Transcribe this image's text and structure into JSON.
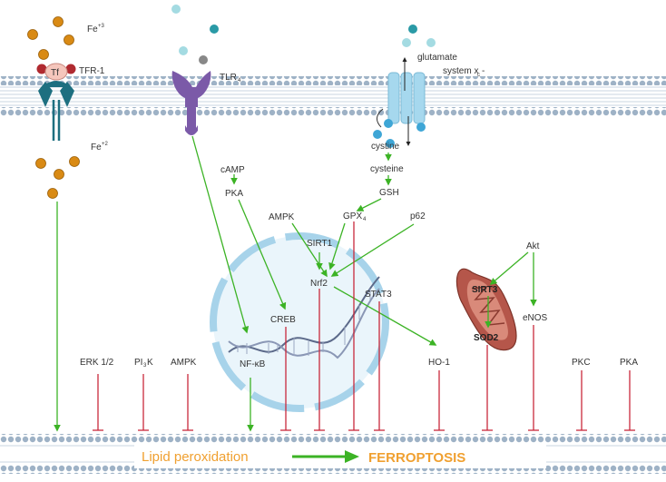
{
  "iron": {
    "fe3": "Fe",
    "fe3_sup": "+3",
    "fe2": "Fe",
    "fe2_sup": "+2",
    "tf": "Tf",
    "tfr": "TFR-1"
  },
  "receptor": {
    "tlr": "TLR",
    "tlr_sub": "4"
  },
  "transport": {
    "glutamate": "glutamate",
    "system": "system x",
    "system_sub": "c",
    "system_suffix": "-",
    "cystine": "cystine",
    "cysteine": "cysteine",
    "gsh": "GSH"
  },
  "signals": {
    "camp": "cAMP",
    "pka_top": "PKA",
    "ampk_top": "AMPK",
    "gpx": "GPX",
    "gpx_sub": "4",
    "p62": "p62",
    "sirt1": "SIRT1",
    "nrf2": "Nrf2",
    "stat3": "STAT3",
    "creb": "CREB",
    "nfkb": "NF-κB",
    "ho1": "HO-1",
    "akt": "Akt",
    "sirt3": "SIRT3",
    "enos": "eNOS",
    "sod2": "SOD2"
  },
  "bottom": {
    "erk": "ERK 1/2",
    "pi3k": "PI",
    "pi3k_sub": "3",
    "pi3k_suffix": "K",
    "ampk": "AMPK",
    "pkc": "PKC",
    "pka": "PKA"
  },
  "outcome": {
    "lipid": "Lipid peroxidation",
    "ferroptosis": "FERROPTOSIS"
  },
  "colors": {
    "activation": "#3cb325",
    "inhibition": "#c8283c",
    "membrane": "#9bb4cc",
    "nucleus": "#a7d3ea",
    "iron": "#d98a14",
    "mito": "#b5564a",
    "tlr": "#7b5aa8",
    "tfr": "#1d6f80",
    "outcome": "#f0a030"
  }
}
